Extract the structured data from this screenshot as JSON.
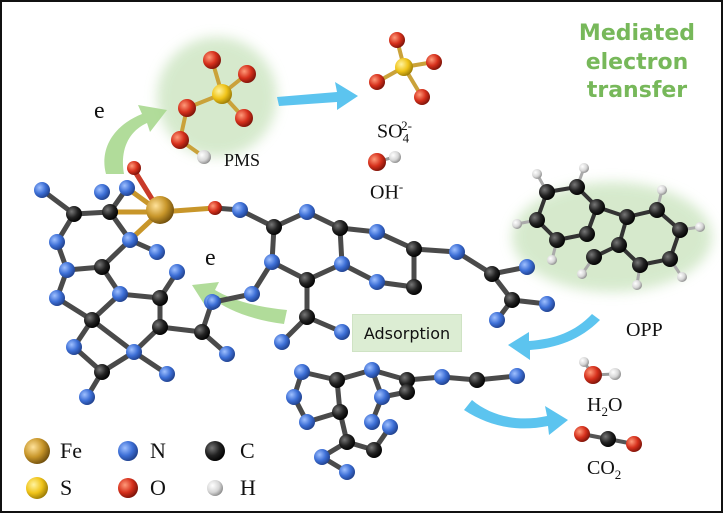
{
  "labels": {
    "mediated_line1": "Mediated",
    "mediated_line2": "electron",
    "mediated_line3": "transfer",
    "electron_top": "e",
    "electron_mid": "e",
    "pms": "PMS",
    "sulfate_base": "SO",
    "sulfate_sub": "4",
    "sulfate_sup": "2-",
    "hydroxide_base": "OH",
    "hydroxide_sup": "-",
    "adsorption": "Adsorption",
    "opp": "OPP",
    "water_pre": "H",
    "water_sub": "2",
    "water_post": "O",
    "co2_pre": "CO",
    "co2_sub": "2"
  },
  "legend": [
    {
      "element": "Fe",
      "color": "#c8962a"
    },
    {
      "element": "N",
      "color": "#3d6fd6"
    },
    {
      "element": "C",
      "color": "#111111"
    },
    {
      "element": "S",
      "color": "#f0c419"
    },
    {
      "element": "O",
      "color": "#d6301c"
    },
    {
      "element": "H",
      "color": "#dcdcdc"
    }
  ],
  "colors": {
    "arrow_blue": "#5cc4ef",
    "arrow_green": "#a9d88f",
    "mediated_text": "#77b85a",
    "glow": "#cfe6c4"
  }
}
